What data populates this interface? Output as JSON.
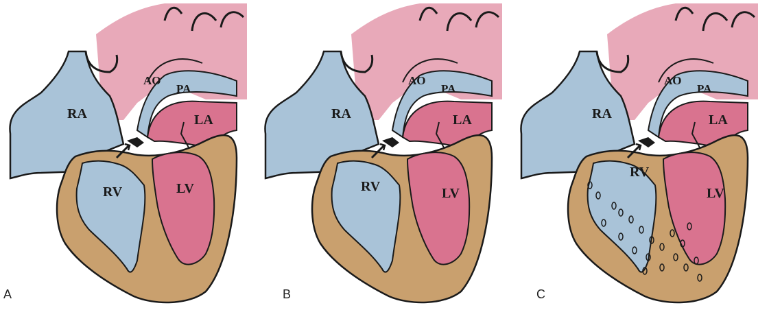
{
  "panels": [
    {
      "letter": "A",
      "labels": {
        "ra": "RA",
        "ao": "AO",
        "pa": "PA",
        "la": "LA",
        "rv": "RV",
        "lv": "LV"
      }
    },
    {
      "letter": "B",
      "labels": {
        "ra": "RA",
        "ao": "AO",
        "pa": "PA",
        "la": "LA",
        "rv": "RV",
        "lv": "LV"
      }
    },
    {
      "letter": "C",
      "labels": {
        "ra": "RA",
        "ao": "AO",
        "pa": "PA",
        "la": "LA",
        "rv": "RV",
        "lv": "LV"
      }
    }
  ],
  "colors": {
    "venous_blue": "#a9c3d8",
    "arterial_pink": "#d9738f",
    "light_pink": "#e8a9b9",
    "myocardium": "#c9a06e",
    "outline": "#1a1a1a"
  }
}
